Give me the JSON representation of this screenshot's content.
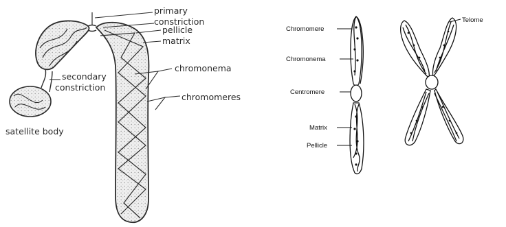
{
  "left_figure": {
    "labels": {
      "primary_constriction_line1": "primary",
      "primary_constriction_line2": "constriction",
      "pellicle": "pellicle",
      "matrix": "matrix",
      "chromonema": "chromonema",
      "chromomeres": "chromomeres",
      "secondary_constriction_line1": "secondary",
      "secondary_constriction_line2": "constriction",
      "satellite_body": "satellite body"
    }
  },
  "right_figure": {
    "labels": {
      "chromomere": "Chromomere",
      "chromonema": "Chromonema",
      "centromere": "Centromere",
      "matrix": "Matrix",
      "pellicle": "Pellicle",
      "telomere": "Telome"
    }
  },
  "colors": {
    "ink": "#2c2c2c",
    "stipple": "#e3e3e3",
    "background": "#ffffff"
  }
}
